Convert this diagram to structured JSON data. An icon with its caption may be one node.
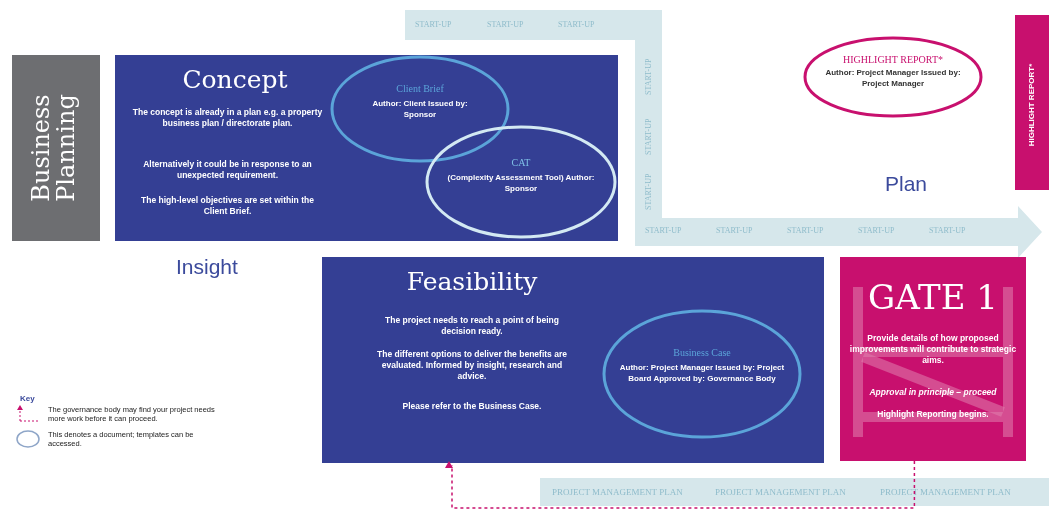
{
  "diagram": {
    "nodes": [
      {
        "text": [
          "Business Planning"
        ]
      },
      {
        "text": [
          "Concept",
          "The concept is already in a plan e.g. a property business plan / directorate plan.",
          "Alternatively it could be in response to an unexpected requirement.",
          "The high-level objectives are set within the Client Brief."
        ]
      },
      {
        "text": [
          "Client Brief",
          "Author: Client Issued by: Sponsor"
        ],
        "in": 1
      },
      {
        "text": [
          "CAT",
          "(Complexity Assessment Tool) Author: Sponsor"
        ],
        "in": 1
      },
      {
        "text": [
          "HIGHLIGHT REPORT*",
          "Author: Project Manager Issued by: Project Manager"
        ]
      },
      {
        "text": [
          "HIGHLIGHT REPORT*"
        ]
      },
      {
        "text": [
          "Feasibility",
          "The project needs to reach a point of being decision ready.",
          "The different options to deliver the benefits are evaluated. Informed by insight, research and advice.",
          "Please refer to the Business Case."
        ]
      },
      {
        "text": [
          "Business Case",
          "Author: Project Manager Issued by: Project Board Approved by: Governance Body"
        ],
        "in": 6
      },
      {
        "text": [
          "GATE 1",
          "Provide details of how proposed improvements will contribute to strategic aims.",
          "Approval in principle – proceed",
          "Highlight Reporting begins."
        ]
      }
    ],
    "edges": [
      {
        "from": 8,
        "to": 6,
        "arrow": "to",
        "style": "dashed",
        "color": "#c8106e"
      }
    ],
    "labels": [
      "START-UP",
      "START-UP",
      "START-UP",
      "START-UP",
      "START-UP",
      "START-UP",
      "Plan",
      "START-UP",
      "START-UP",
      "START-UP",
      "START-UP",
      "START-UP",
      "Insight",
      "Key",
      "PROJECT MANAGEMENT PLAN",
      "PROJECT MANAGEMENT PLAN",
      "PROJECT MANAGEMENT PLAN"
    ],
    "legend": [
      {
        "text": "The governance body may find your project needs more work before it can proceed."
      },
      {
        "text": "This denotes a document; templates can be accessed."
      }
    ]
  }
}
